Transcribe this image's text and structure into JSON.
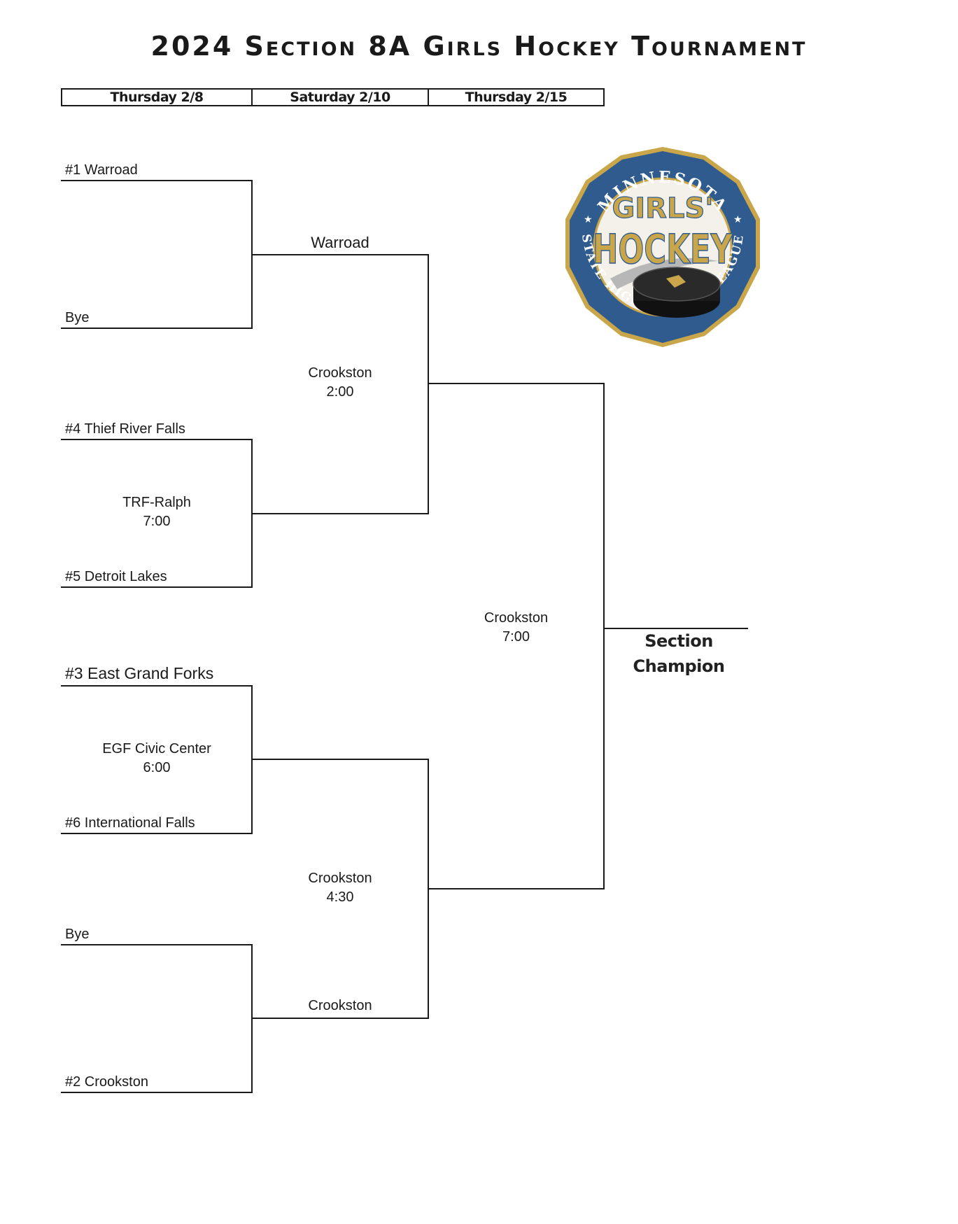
{
  "title": "2024 Section 8A Girls Hockey Tournament",
  "round_headers": [
    "Thursday 2/8",
    "Saturday 2/10",
    "Thursday 2/15"
  ],
  "teams": {
    "seed1": "#1  Warroad",
    "bye_top": "Bye",
    "seed4": "#4  Thief River Falls",
    "seed5": "#5  Detroit Lakes",
    "seed3": "#3  East Grand Forks",
    "seed6": "#6  International Falls",
    "bye_bottom": "Bye",
    "seed2": "#2  Crookston"
  },
  "winners": {
    "qf1": "Warroad",
    "qf4": "Crookston"
  },
  "games": {
    "qf_trf": {
      "venue": "TRF-Ralph",
      "time": "7:00"
    },
    "qf_egf": {
      "venue": "EGF Civic Center",
      "time": "6:00"
    },
    "sf_top": {
      "venue": "Crookston",
      "time": "2:00"
    },
    "sf_bottom": {
      "venue": "Crookston",
      "time": "4:30"
    },
    "final": {
      "venue": "Crookston",
      "time": "7:00"
    }
  },
  "champion_label": [
    "Section",
    "Champion"
  ],
  "logo": {
    "top_text": "MINNESOTA",
    "bottom_text": "STATE HIGH SCHOOL LEAGUE",
    "line1": "GIRLS'",
    "line2": "HOCKEY",
    "colors": {
      "navy": "#2f5b8f",
      "gold": "#c9a64a",
      "puck": "#1b1b1b"
    }
  }
}
